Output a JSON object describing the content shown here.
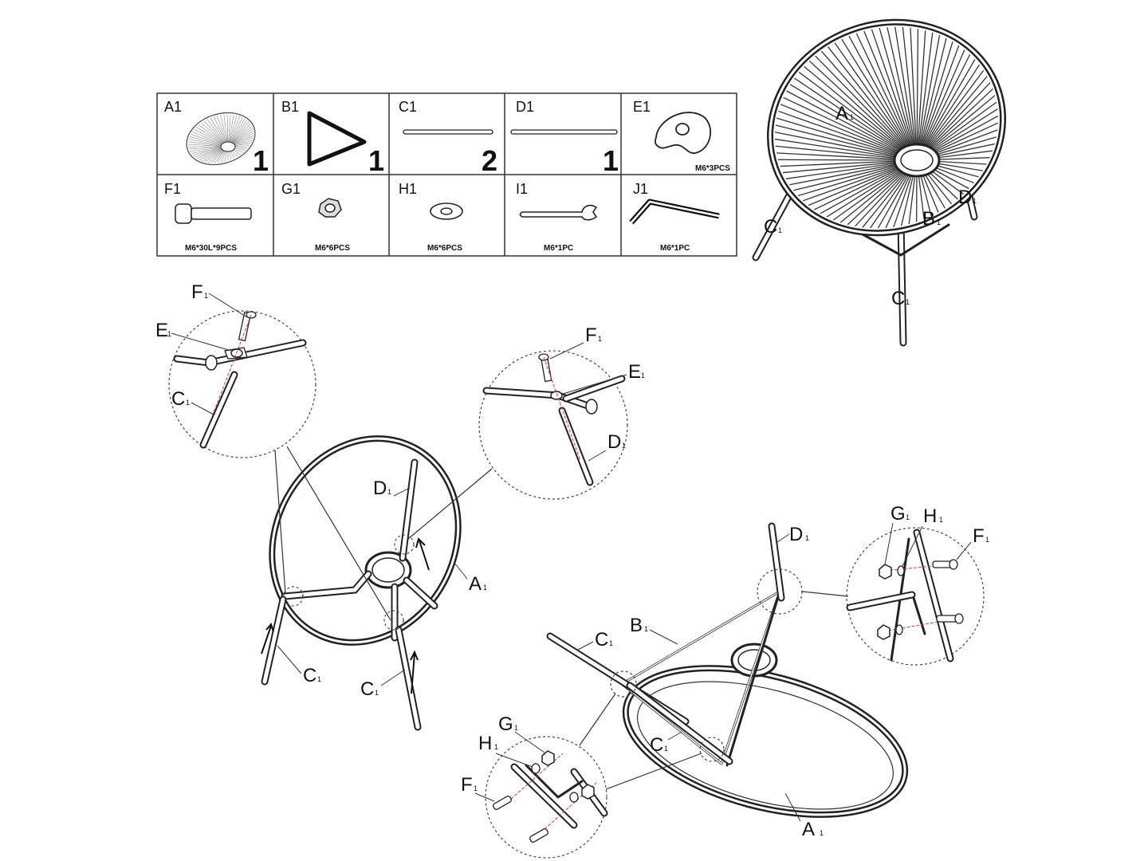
{
  "parts_table": [
    {
      "code": "A1",
      "qty": "1",
      "spec": "",
      "icon": "seat-frame-icon"
    },
    {
      "code": "B1",
      "qty": "1",
      "spec": "",
      "icon": "triangle-frame-icon"
    },
    {
      "code": "C1",
      "qty": "2",
      "spec": "",
      "icon": "short-leg-tube-icon"
    },
    {
      "code": "D1",
      "qty": "1",
      "spec": "",
      "icon": "long-leg-tube-icon"
    },
    {
      "code": "E1",
      "qty": "",
      "spec": "M6*3PCS",
      "icon": "connector-plate-icon"
    },
    {
      "code": "F1",
      "qty": "",
      "spec": "M6*30L*9PCS",
      "icon": "bolt-icon"
    },
    {
      "code": "G1",
      "qty": "",
      "spec": "M6*6PCS",
      "icon": "nut-icon"
    },
    {
      "code": "H1",
      "qty": "",
      "spec": "M6*6PCS",
      "icon": "washer-icon"
    },
    {
      "code": "I1",
      "qty": "",
      "spec": "M6*1PC",
      "icon": "wrench-icon"
    },
    {
      "code": "J1",
      "qty": "",
      "spec": "M6*1PC",
      "icon": "allen-key-icon"
    }
  ],
  "labels": {
    "A": "A",
    "B": "B",
    "C": "C",
    "D": "D",
    "E": "E",
    "F": "F",
    "G": "G",
    "H": "H",
    "sub": "1"
  }
}
